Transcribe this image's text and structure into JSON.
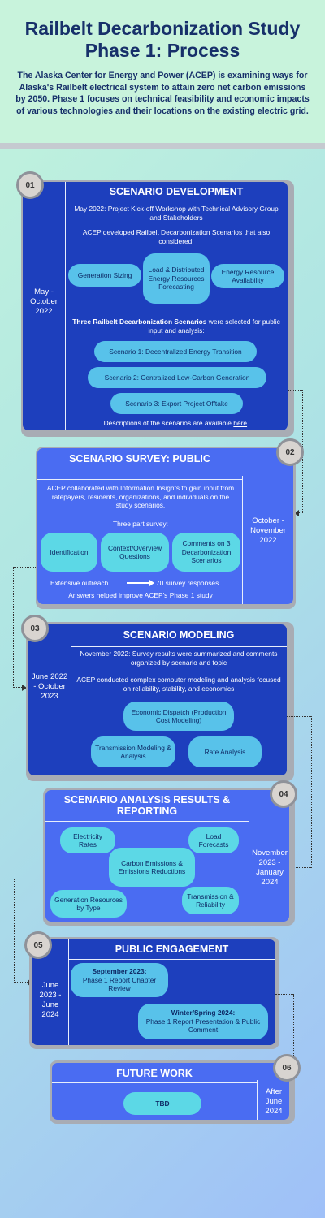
{
  "header": {
    "title": "Railbelt Decarbonization Study Phase 1: Process",
    "intro": "The Alaska Center for Energy and Power (ACEP) is examining ways for Alaska's Railbelt electrical system to attain zero net carbon emissions by 2050. Phase 1 focuses on technical feasibility and economic impacts of various technologies and their locations on the existing electric grid."
  },
  "s1": {
    "num": "01",
    "title": "SCENARIO DEVELOPMENT",
    "date": "May - October 2022",
    "kickoff": "May 2022:  Project Kick-off Workshop with Technical Advisory Group and Stakeholders",
    "developed": "ACEP developed Railbelt Decarbonization Scenarios that also considered:",
    "pills": [
      "Generation Sizing",
      "Load & Distributed Energy Resources Forecasting",
      "Energy Resource Availability"
    ],
    "three_bold": "Three Railbelt Decarbonization Scenarios",
    "three_rest": " were selected for public input and analysis:",
    "scenarios": [
      "Scenario 1: Decentralized Energy Transition",
      "Scenario 2: Centralized Low-Carbon Generation",
      "Scenario 3: Export Project Offtake"
    ],
    "desc_pre": "Descriptions of the scenarios are available ",
    "desc_link": "here",
    "desc_post": "."
  },
  "s2": {
    "num": "02",
    "title": "SCENARIO SURVEY: PUBLIC",
    "date": "October - November 2022",
    "collab": "ACEP collaborated with Information Insights to gain input from ratepayers, residents, organizations, and individuals on the study scenarios.",
    "three_part": "Three part survey:",
    "pills": [
      "Identification",
      "Context/Overview Questions",
      "Comments on 3 Decarbonization Scenarios"
    ],
    "outreach": "Extensive outreach",
    "responses": "70 survey responses",
    "answers": "Answers helped improve ACEP's Phase 1 study"
  },
  "s3": {
    "num": "03",
    "title": "SCENARIO MODELING",
    "date": "June 2022 - October 2023",
    "survey_results": "November 2022: Survey results were summarized and comments organized by scenario and topic",
    "conducted": "ACEP conducted complex computer modeling and analysis focused on reliability, stability, and economics",
    "pills": [
      "Economic Dispatch (Production Cost Modeling)",
      "Transmission Modeling & Analysis",
      "Rate Analysis"
    ]
  },
  "s4": {
    "num": "04",
    "title": "SCENARIO ANALYSIS RESULTS & REPORTING",
    "date": "November 2023 - January 2024",
    "pills": [
      "Electricity Rates",
      "Load Forecasts",
      "Carbon Emissions & Emissions Reductions",
      "Generation Resources by Type",
      "Transmission & Reliability"
    ]
  },
  "s5": {
    "num": "05",
    "title": "PUBLIC ENGAGEMENT",
    "date": "June 2023 - June 2024",
    "p1_title": "September 2023:",
    "p1_text": "Phase 1 Report Chapter Review",
    "p2_title": "Winter/Spring 2024:",
    "p2_text": "Phase 1 Report Presentation & Public Comment"
  },
  "s6": {
    "num": "06",
    "title": "FUTURE WORK",
    "date": "After June 2024",
    "pill": "TBD"
  }
}
